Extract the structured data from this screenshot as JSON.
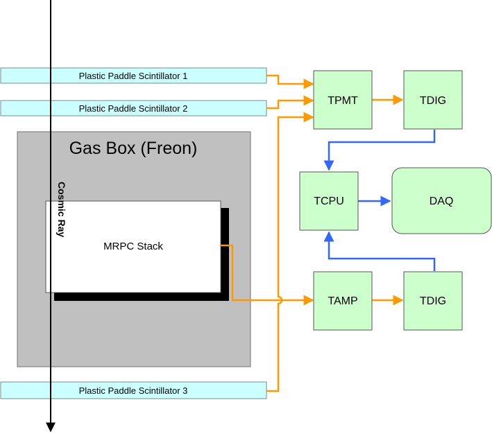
{
  "colors": {
    "scintillator_fill": "#ccffff",
    "scintillator_stroke": "#6b8f8f",
    "gas_box_fill": "#c0c0c0",
    "gas_box_stroke": "#707070",
    "module_fill": "#ccffcc",
    "module_stroke": "#555555",
    "orange_line": "#ff9900",
    "blue_line": "#3366ff",
    "stack_shadow": "#000000",
    "stack_fill": "#ffffff"
  },
  "labels": {
    "scint1": "Plastic Paddle Scintillator 1",
    "scint2": "Plastic Paddle Scintillator 2",
    "scint3": "Plastic Paddle Scintillator 3",
    "gas_box": "Gas Box (Freon)",
    "mrpc_stack": "MRPC Stack",
    "cosmic_ray": "Cosmic Ray",
    "tpmt": "TPMT",
    "tdig_top": "TDIG",
    "tcpu": "TCPU",
    "daq": "DAQ",
    "tamp": "TAMP",
    "tdig_bottom": "TDIG"
  }
}
